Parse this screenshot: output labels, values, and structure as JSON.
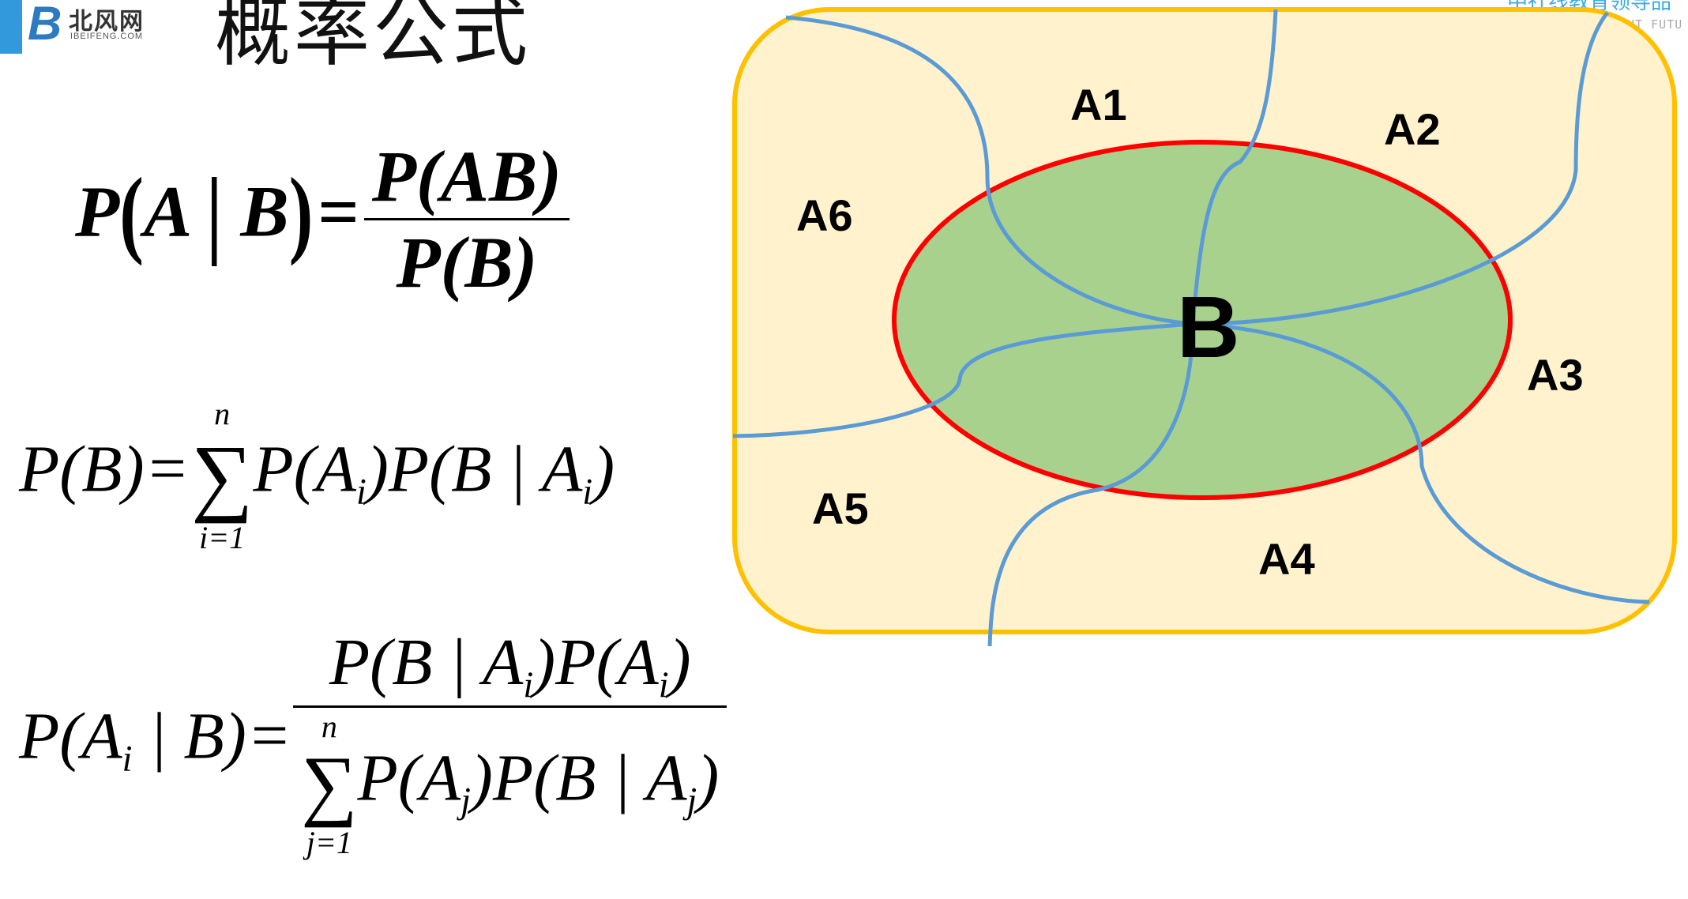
{
  "header": {
    "logo_mark": "B",
    "logo_name": "北风网",
    "logo_sub": "IBEIFENG.COM",
    "title": "概率公式",
    "watermark_cn": "中社线教育领导品",
    "watermark_en": "IGHT FUTU"
  },
  "formulas": {
    "conditional": {
      "lhs_P": "P",
      "lhs_A": "A",
      "lhs_bar": "|",
      "lhs_B": "B",
      "eq": "=",
      "num": "P(AB)",
      "den": "P(B)"
    },
    "total_probability": {
      "lhs": "P(B)",
      "eq": "=",
      "sum_upper": "n",
      "sum_lower": "i=1",
      "sum_symbol": "∑",
      "term_1": "P(A",
      "term_1_sub": "i",
      "term_2": ")P(B | A",
      "term_2_sub": "i",
      "term_close": ")"
    },
    "bayes": {
      "lhs_1": "P(A",
      "lhs_sub": "i",
      "lhs_2": " | B)",
      "eq": "=",
      "num_1": "P(B | A",
      "num_sub_1": "i",
      "num_2": ")P(A",
      "num_sub_2": "i",
      "num_3": ")",
      "den_sum_upper": "n",
      "den_sum_lower": "j=1",
      "den_sum_symbol": "∑",
      "den_1": "P(A",
      "den_sub_1": "j",
      "den_2": ")P(B | A",
      "den_sub_2": "j",
      "den_3": ")"
    }
  },
  "diagram": {
    "center_label": "B",
    "regions": [
      "A1",
      "A2",
      "A3",
      "A4",
      "A5",
      "A6"
    ],
    "colors": {
      "frame_fill": "#fff2cc",
      "frame_stroke": "#ffc000",
      "ellipse_fill": "#a9d18e",
      "ellipse_stroke": "#ff0000",
      "partition_stroke": "#5b9bd5"
    }
  }
}
